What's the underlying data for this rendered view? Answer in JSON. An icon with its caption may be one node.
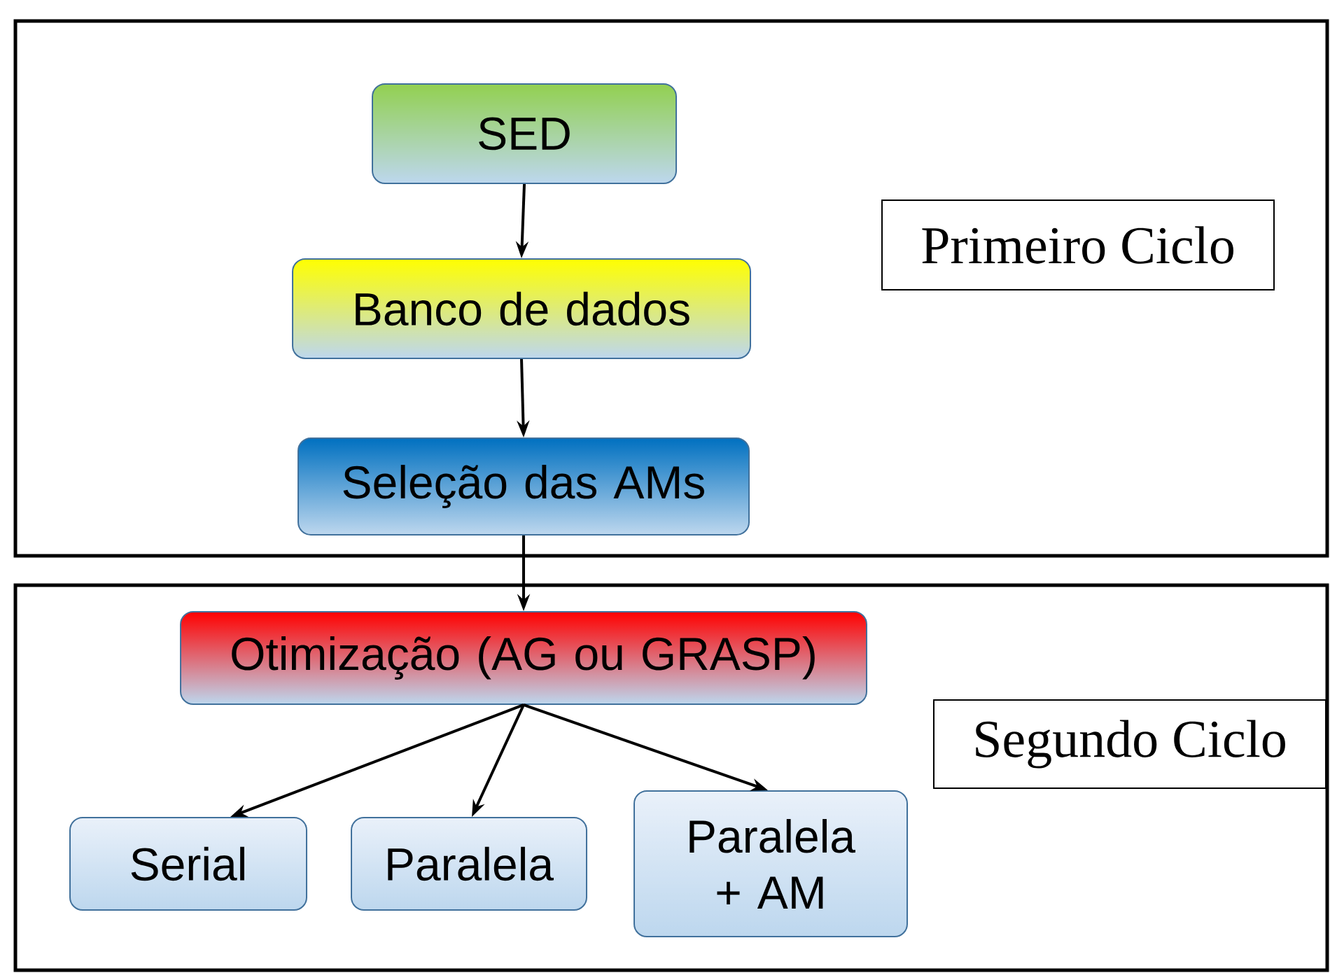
{
  "diagram": {
    "nodes": [
      {
        "text": [],
        "shape": "box"
      },
      {
        "text": [
          "SED"
        ],
        "in": 0
      },
      {
        "text": [
          "Banco de dados"
        ],
        "in": 0
      },
      {
        "text": [
          "Seleção das AMs"
        ],
        "in": 0
      },
      {
        "text": [
          "Primeiro Ciclo"
        ],
        "in": 0
      },
      {
        "text": [],
        "shape": "box"
      },
      {
        "text": [
          "Otimização (AG ou GRASP)"
        ],
        "in": 5
      },
      {
        "text": [
          "Segundo Ciclo"
        ],
        "in": 5
      },
      {
        "text": [
          "Serial"
        ],
        "in": 5
      },
      {
        "text": [
          "Paralela"
        ],
        "in": 5
      },
      {
        "text": [
          "Paralela + AM"
        ],
        "in": 5
      }
    ],
    "edges": [
      {
        "from": 1,
        "to": 2,
        "arrow": "to"
      },
      {
        "from": 2,
        "to": 3,
        "arrow": "to"
      },
      {
        "from": 3,
        "to": 6,
        "arrow": "to"
      },
      {
        "from": 6,
        "to": 8,
        "arrow": "to"
      },
      {
        "from": 6,
        "to": 9,
        "arrow": "to"
      },
      {
        "from": 6,
        "to": 10,
        "arrow": "to"
      }
    ]
  }
}
